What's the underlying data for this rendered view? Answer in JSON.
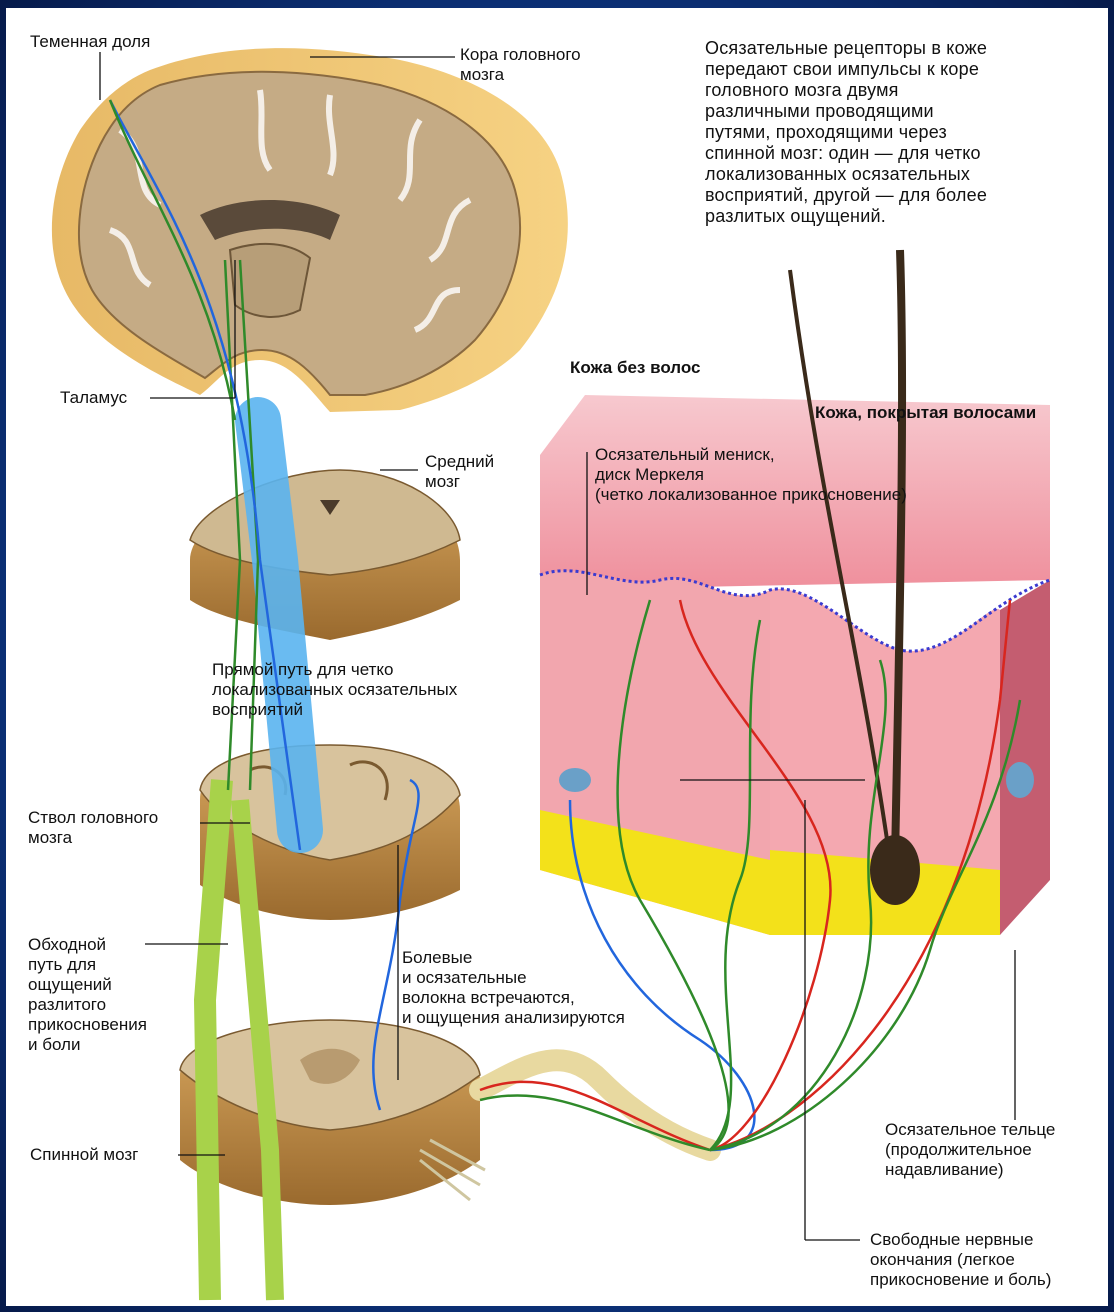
{
  "labels": {
    "parietal_lobe": "Теменная доля",
    "cortex": "Кора головного\nмозга",
    "description": "Осязательные рецепторы в коже\nпередают свои импульсы к коре\nголовного  мозга  двумя\nразличными  проводящими\nпутями,  проходящими  через\nспинной мозг: один — для четко\nлокализованных осязательных\nвосприятий, другой — для более\nразлитых ощущений.",
    "thalamus": "Таламус",
    "hairless_skin": "Кожа без волос",
    "hairy_skin": "Кожа, покрытая волосами",
    "merkel": "Осязательный мениск,\nдиск Меркеля\n(четко локализованное прикосновение)",
    "midbrain": "Средний\nмозг",
    "direct_path": "Прямой путь для четко\nлокализованных осязательных\nвосприятий",
    "brainstem": "Ствол головного\nмозга",
    "bypass_path": "Обходной\nпуть для\nощущений\nразлитого\nприкосновения\nи боли",
    "pain_fibers": "Болевые\nи осязательные\nволокна встречаются,\nи ощущения анализируются",
    "spinal_cord": "Спинной мозг",
    "tactile_corpuscle": "Осязательное тельце\n(продолжительное\nнадавливание)",
    "free_endings": "Свободные нервные\nокончания (легкое\nприкосновение и боль)"
  },
  "colors": {
    "frame": "#0e3a8a",
    "brain_tissue": "#c9b08a",
    "cortex_fold": "#f1c46a",
    "skin_epidermis": "#ef9aa6",
    "skin_dermis": "#f4a8b0",
    "fat_layer": "#f3e11a",
    "nerve_blue": "#2266dd",
    "nerve_green": "#2f8a2a",
    "nerve_red": "#d8261e",
    "tract_green": "#a8d24a",
    "tract_blue": "#5ab4f0"
  }
}
